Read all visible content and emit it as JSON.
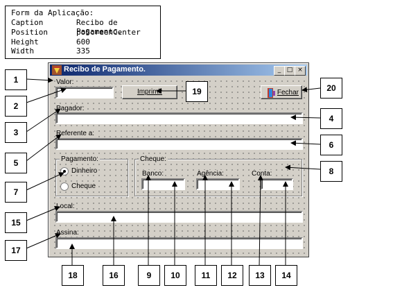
{
  "form_info": {
    "heading": "Form da Aplicação:",
    "rows": [
      {
        "key": "Caption",
        "value": "Recibo de Pagamento."
      },
      {
        "key": "Position",
        "value": "poScreenCenter"
      },
      {
        "key": "Height",
        "value": "600"
      },
      {
        "key": "Width",
        "value": "335"
      }
    ]
  },
  "window": {
    "title": "Recibo de Pagamento.",
    "minimize_glyph": "_",
    "maximize_glyph": "□",
    "close_glyph": "×"
  },
  "labels": {
    "valor": "Valor:",
    "pagador": "Pagador:",
    "referente": "Referente a:",
    "local": "Local:",
    "assina": "Assina:",
    "banco": "Banco:",
    "agencia": "Agência:",
    "conta": "Conta:"
  },
  "buttons": {
    "imprimir": "Imprimir",
    "fechar": "Fechar"
  },
  "groups": {
    "pagamento": "Pagamento:",
    "cheque": "Cheque:"
  },
  "radios": [
    {
      "label": "Dinheiro",
      "checked": true
    },
    {
      "label": "Cheque",
      "checked": false
    }
  ],
  "callouts": [
    "1",
    "2",
    "3",
    "4",
    "5",
    "6",
    "7",
    "8",
    "9",
    "10",
    "11",
    "12",
    "13",
    "14",
    "15",
    "16",
    "17",
    "18",
    "19",
    "20"
  ]
}
